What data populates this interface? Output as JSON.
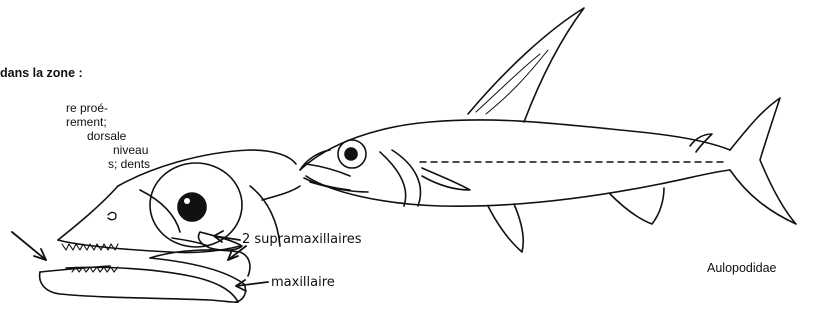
{
  "text_block": {
    "heading": "dans la zone :",
    "lines": [
      "re proé-",
      "rement;",
      "dorsale",
      "niveau",
      "s; dents"
    ]
  },
  "figure_labels": {
    "supramaxillaires": "2 supramaxillaires",
    "maxillaire": "maxillaire"
  },
  "family_label": "Aulopodidae"
}
